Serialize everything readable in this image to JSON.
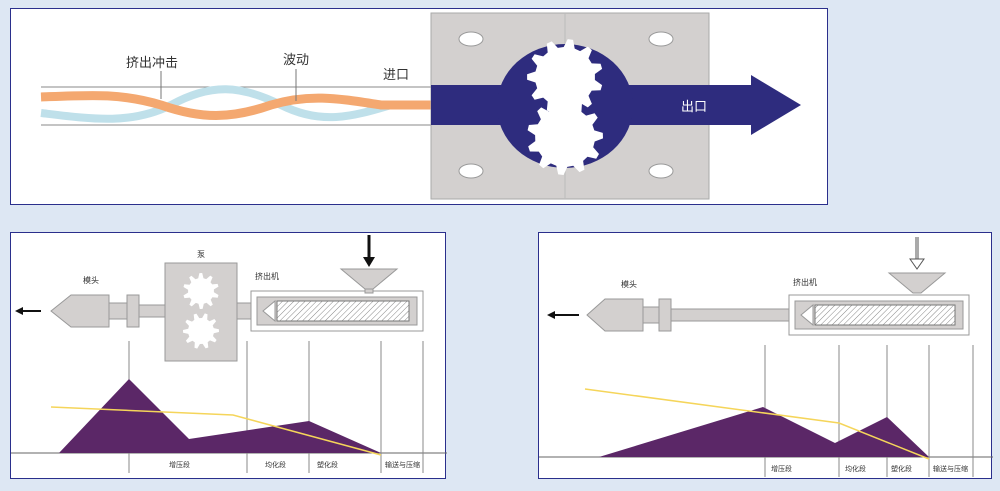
{
  "top": {
    "labels": {
      "impact": "挤出冲击",
      "wave": "波动",
      "inlet": "进口",
      "outlet": "出口"
    },
    "colors": {
      "orange": "#f4a870",
      "blue_light": "#bfe0ea",
      "dark_blue": "#2e2c7e",
      "housing": "#d3d0cf"
    }
  },
  "bottom_left": {
    "labels": {
      "die": "模头",
      "pump": "泵",
      "extruder": "挤出机",
      "zone1": "增压段",
      "zone2": "均化段",
      "zone3": "塑化段",
      "zone4": "输送与压缩"
    },
    "colors": {
      "profile": "#5b2767",
      "line": "#f5d55a"
    }
  },
  "bottom_right": {
    "labels": {
      "die": "模头",
      "extruder": "挤出机",
      "zone1": "增压段",
      "zone2": "均化段",
      "zone3": "塑化段",
      "zone4": "输送与压缩"
    },
    "colors": {
      "profile": "#5b2767",
      "line": "#f5d55a"
    }
  }
}
